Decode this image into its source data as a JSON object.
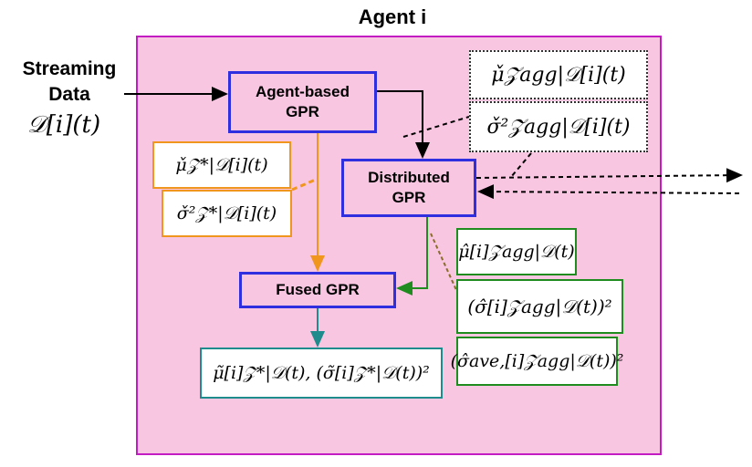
{
  "agent": {
    "title": "Agent i"
  },
  "input": {
    "title": "Streaming\nData",
    "math": "𝒟[i](t)"
  },
  "blocks": {
    "agent_based": "Agent-based\nGPR",
    "distributed": "Distributed\nGPR",
    "fused": "Fused GPR"
  },
  "outputs": {
    "mean_agg": "μ̌𝒵agg|𝒟[i](t)",
    "var_agg": "σ̌²𝒵agg|𝒟[i](t)",
    "mean_star": "μ̌𝒵*|𝒟[i](t)",
    "var_star": "σ̌²𝒵*|𝒟[i](t)",
    "mean_dist": "μ̂[i]𝒵agg|𝒟(t)",
    "var_dist": "(σ̂[i]𝒵agg|𝒟(t))²",
    "var_ave": "(σ̂ave,[i]𝒵agg|𝒟(t))²",
    "fused_out": "μ̃[i]𝒵*|𝒟(t), (σ̃[i]𝒵*|𝒟(t))²"
  },
  "colors": {
    "agent_fill": "#f9c6e2",
    "agent_border": "#c21cc2",
    "block_border": "#2f2fe0",
    "orange": "#f0961e",
    "green": "#1e8c1e",
    "teal": "#1e8c8c"
  }
}
